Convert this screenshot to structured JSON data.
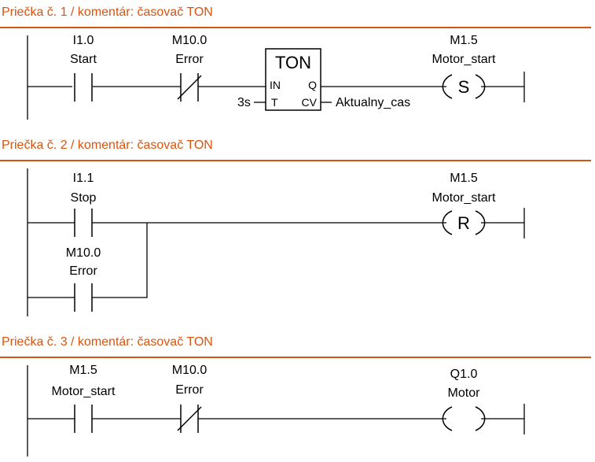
{
  "rungs": [
    {
      "title": "Priečka č. 1 / komentár:  časovač TON",
      "contacts": [
        {
          "address": "I1.0",
          "symbol": "Start",
          "type": "no"
        },
        {
          "address": "M10.0",
          "symbol": "Error",
          "type": "nc"
        }
      ],
      "timer": {
        "name": "TON",
        "pin_in": "IN",
        "pin_q": "Q",
        "pin_t": "T",
        "pin_cv": "CV",
        "preset": "3s",
        "output": "Aktualny_cas"
      },
      "coil": {
        "address": "M1.5",
        "symbol": "Motor_start",
        "type": "S"
      }
    },
    {
      "title": "Priečka č. 2 / komentár:  časovač TON",
      "contacts": [
        {
          "address": "I1.1",
          "symbol": "Stop",
          "type": "no"
        },
        {
          "address": "M10.0",
          "symbol": "Error",
          "type": "no"
        }
      ],
      "coil": {
        "address": "M1.5",
        "symbol": "Motor_start",
        "type": "R"
      }
    },
    {
      "title": "Priečka č. 3 / komentár:  časovač TON",
      "contacts": [
        {
          "address": "M1.5",
          "symbol": "Motor_start",
          "type": "no"
        },
        {
          "address": "M10.0",
          "symbol": "Error",
          "type": "nc"
        }
      ],
      "coil": {
        "address": "Q1.0",
        "symbol": "Motor",
        "type": ""
      }
    }
  ],
  "colors": {
    "title": "#d9540f",
    "separator": "#d9540f",
    "wire": "#000000"
  }
}
